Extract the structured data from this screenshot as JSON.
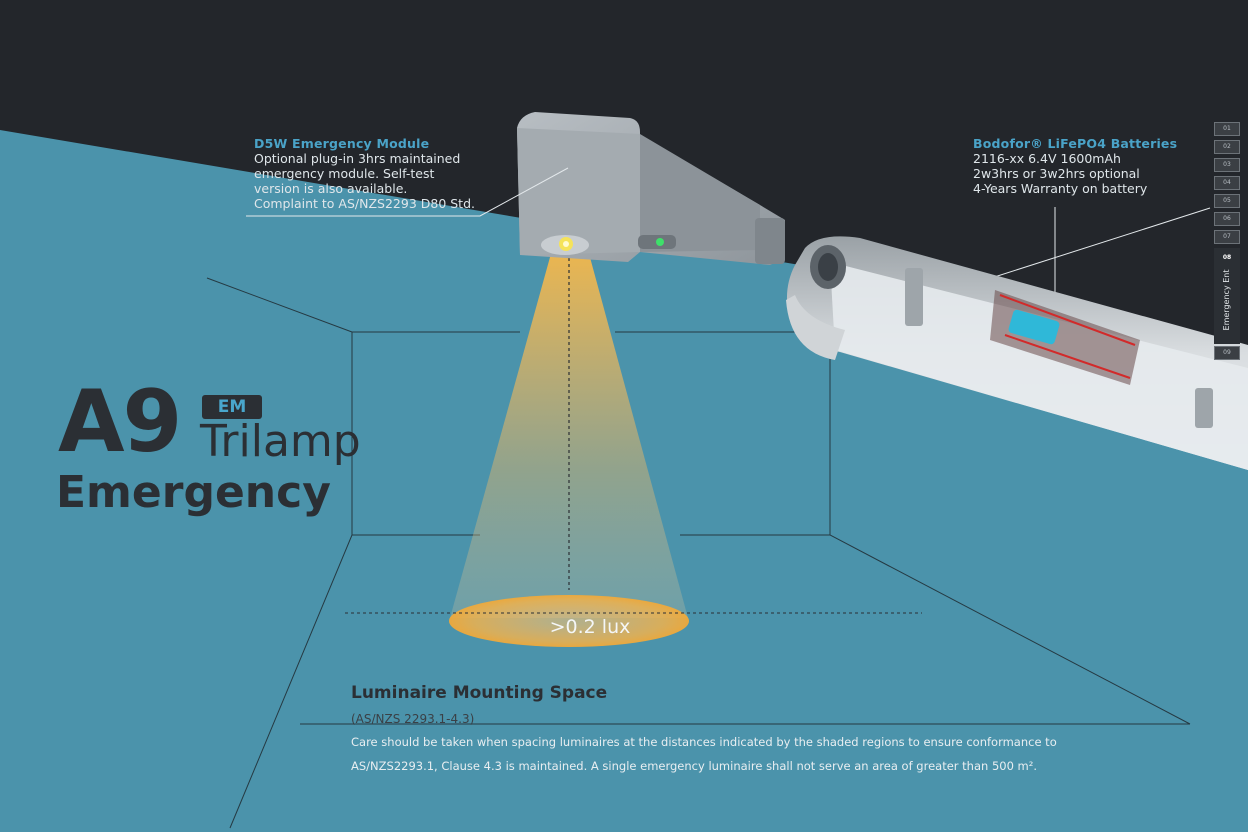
{
  "module_callout": {
    "title": "D5W Emergency Module",
    "lines": [
      "Optional plug-in 3hrs maintained",
      "emergency module. Self-test",
      "version is also available.",
      "Complaint to AS/NZS2293 D80 Std."
    ]
  },
  "battery_callout": {
    "title": "Bodofor® LiFePO4 Batteries",
    "lines": [
      "2116-xx 6.4V 1600mAh",
      "2w3hrs or 3w2hrs optional",
      "4-Years Warranty on battery"
    ]
  },
  "product": {
    "model": "A9",
    "badge": "EM",
    "name": "Trilamp",
    "subtitle": "Emergency"
  },
  "lux_label": ">0.2 lux",
  "mounting": {
    "title": "Luminaire Mounting Space",
    "standard": "(AS/NZS 2293.1-4.3)",
    "line1": "Care should be taken when spacing luminaires at the distances indicated by the shaded regions to ensure conformance to",
    "line2": "AS/NZS2293.1, Clause 4.3 is maintained. A single emergency luminaire shall not serve an area of greater than 500 m²."
  },
  "nav": {
    "tabs": [
      "01",
      "02",
      "03",
      "04",
      "05",
      "06",
      "07"
    ],
    "active_number": "08",
    "active_label": "Emergency Ent",
    "last_tab": "09"
  },
  "colors": {
    "background": "#4b93ab",
    "dark_band": "#23262b",
    "accent": "#4aa3c8",
    "beam": "#f2b64a"
  }
}
